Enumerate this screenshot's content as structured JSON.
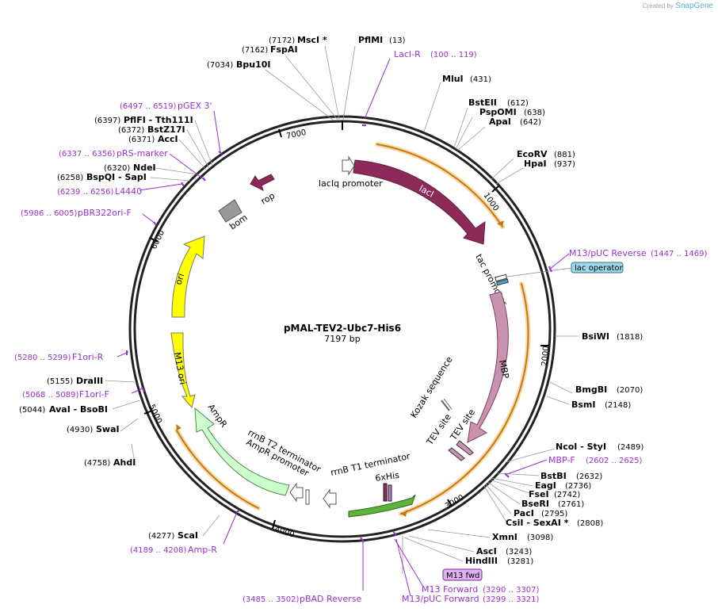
{
  "brand": {
    "created_by": "Created by",
    "name": "SnapGene"
  },
  "plasmid": {
    "name": "pMAL-TEV2-Ubc7-His6",
    "length": "7197 bp"
  },
  "colors": {
    "purple": "#9b2fcf",
    "lacI": "#8e2a5a",
    "mbp": "#c993b0",
    "orange": "#e8a43a",
    "ori": "#ffff00",
    "ampr": "#ccffcc",
    "his": "#5fb33a",
    "bom": "#999999"
  },
  "ticks": [
    "1000",
    "2000",
    "3000",
    "4000",
    "5000",
    "6000",
    "7000"
  ],
  "enzymes": [
    {
      "name": "MscI *",
      "pos": "(7172)"
    },
    {
      "name": "FspAI",
      "pos": "(7162)"
    },
    {
      "name": "Bpu10I",
      "pos": "(7034)"
    },
    {
      "name": "PflMI",
      "pos": "(13)"
    },
    {
      "name": "MluI",
      "pos": "(431)"
    },
    {
      "name": "BstEII",
      "pos": "(612)"
    },
    {
      "name": "PspOMI",
      "pos": "(638)"
    },
    {
      "name": "ApaI",
      "pos": "(642)"
    },
    {
      "name": "EcoRV",
      "pos": "(881)"
    },
    {
      "name": "HpaI",
      "pos": "(937)"
    },
    {
      "name": "BsiWI",
      "pos": "(1818)"
    },
    {
      "name": "BmgBI",
      "pos": "(2070)"
    },
    {
      "name": "BsmI",
      "pos": "(2148)"
    },
    {
      "name": "NcoI - StyI",
      "pos": "(2489)"
    },
    {
      "name": "BstBI",
      "pos": "(2632)"
    },
    {
      "name": "EagI",
      "pos": "(2736)"
    },
    {
      "name": "FseI",
      "pos": "(2742)"
    },
    {
      "name": "BseRI",
      "pos": "(2761)"
    },
    {
      "name": "PacI",
      "pos": "(2795)"
    },
    {
      "name": "CsiI - SexAI *",
      "pos": "(2808)"
    },
    {
      "name": "XmnI",
      "pos": "(3098)"
    },
    {
      "name": "AscI",
      "pos": "(3243)"
    },
    {
      "name": "HindIII",
      "pos": "(3281)"
    },
    {
      "name": "ScaI",
      "pos": "(4277)"
    },
    {
      "name": "AhdI",
      "pos": "(4758)"
    },
    {
      "name": "SwaI",
      "pos": "(4930)"
    },
    {
      "name": "AvaI - BsoBI",
      "pos": "(5044)"
    },
    {
      "name": "DraIII",
      "pos": "(5155)"
    },
    {
      "name": "PflFI - Tth111I",
      "pos": "(6397)"
    },
    {
      "name": "BstZ17I",
      "pos": "(6372)"
    },
    {
      "name": "AccI",
      "pos": "(6371)"
    },
    {
      "name": "NdeI",
      "pos": "(6320)"
    },
    {
      "name": "BspQI - SapI",
      "pos": "(6258)"
    }
  ],
  "primers": [
    {
      "name": "LacI-R",
      "range": "(100 .. 119)"
    },
    {
      "name": "M13/pUC Reverse",
      "range": "(1447 .. 1469)"
    },
    {
      "name": "MBP-F",
      "range": "(2602 .. 2625)"
    },
    {
      "name": "M13 Forward",
      "range": "(3290 .. 3307)"
    },
    {
      "name": "M13/pUC Forward",
      "range": "(3299 .. 3321)"
    },
    {
      "name": "pBAD Reverse",
      "range": "(3485 .. 3502)"
    },
    {
      "name": "Amp-R",
      "range": "(4189 .. 4208)"
    },
    {
      "name": "F1ori-F",
      "range": "(5068 .. 5089)"
    },
    {
      "name": "F1ori-R",
      "range": "(5280 .. 5299)"
    },
    {
      "name": "pBR322ori-F",
      "range": "(5986 .. 6005)"
    },
    {
      "name": "L4440",
      "range": "(6239 .. 6256)"
    },
    {
      "name": "pRS-marker",
      "range": "(6337 .. 6356)"
    },
    {
      "name": "pGEX 3'",
      "range": "(6497 .. 6519)"
    }
  ],
  "features": {
    "lacI": "lacI",
    "lacIq_promoter": "lacIq promoter",
    "tac_promoter": "tac promoter",
    "lac_operator": "lac operator",
    "MBP": "MBP",
    "kozak": "Kozak sequence",
    "tev1": "TEV site",
    "tev2": "TEV site",
    "his6": "6xHis",
    "rrnB_T1": "rrnB T1 terminator",
    "rrnB_T2": "rrnB T2 terminator",
    "AmpR_promoter": "AmpR promoter",
    "AmpR": "AmpR",
    "M13_ori": "M13 ori",
    "ori": "ori",
    "bom": "bom",
    "rop": "rop",
    "m13_fwd": "M13 fwd"
  }
}
